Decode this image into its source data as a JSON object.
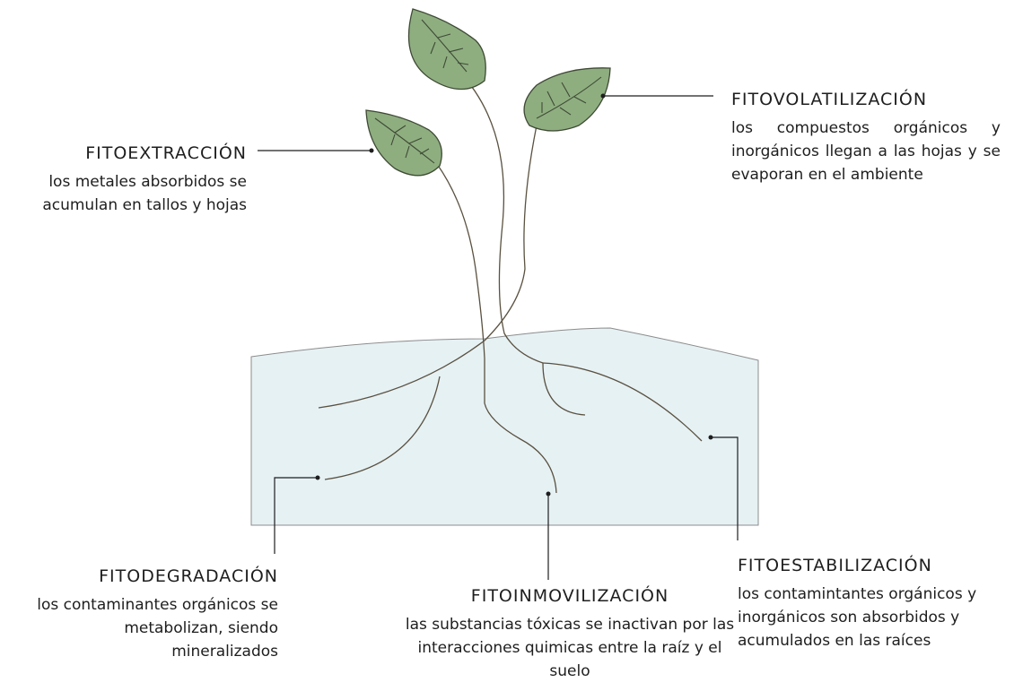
{
  "labels": {
    "fitoextraccion": {
      "title": "FITOEXTRACCIÓN",
      "text": "los metales absorbidos se acumulan en tallos y hojas"
    },
    "fitovolatilizacion": {
      "title": "FITOVOLATILIZACIÓN",
      "text": "los compuestos orgánicos y inorgánicos llegan a las hojas y se evaporan en el ambiente"
    },
    "fitodegradacion": {
      "title": "FITODEGRADACIÓN",
      "text": "los contaminantes orgánicos se metabolizan, siendo mineralizados"
    },
    "fitoinmovilizacion": {
      "title": "FITOINMOVILIZACIÓN",
      "text": "las substancias tóxicas se inactivan por las interacciones quimicas entre la raíz y el suelo"
    },
    "fitoestabilizacion": {
      "title": "FITOESTABILIZACIÓN",
      "text": "los contamintantes orgánicos y inorgánicos son absorbidos y acumulados en las raíces"
    }
  },
  "colors": {
    "leaf_fill": "#8eae80",
    "leaf_stroke": "#3f4a35",
    "soil_fill": "#e6f1f4",
    "soil_stroke": "#8c8c8c",
    "line": "#1e1e1e",
    "stem": "#5a5140"
  }
}
